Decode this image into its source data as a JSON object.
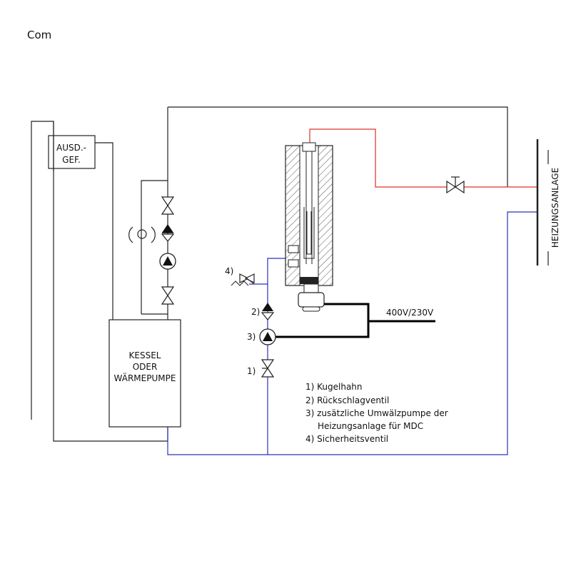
{
  "title": "Com",
  "expansion_vessel": {
    "line1": "AUSD.-",
    "line2": "GEF."
  },
  "boiler": {
    "line1": "KESSEL",
    "line2": "ODER",
    "line3": "WÄRMEPUMPE"
  },
  "heating_system_label": "HEIZUNGSANLAGE",
  "power_label": "400V/230V",
  "callouts": {
    "safety_valve": "4)",
    "check_valve": "2)",
    "pump": "3)",
    "ball_valve": "1)"
  },
  "legend": [
    "1) Kugelhahn",
    "2) Rückschlagventil",
    "3) zusätzliche Umwälzpumpe der",
    "Heizungsanlage für MDC",
    "4) Sicherheitsventil"
  ],
  "colors": {
    "line": "#222222",
    "hot_line": "#e0302b",
    "cold_line": "#2a35b8",
    "electric": "#000000"
  }
}
